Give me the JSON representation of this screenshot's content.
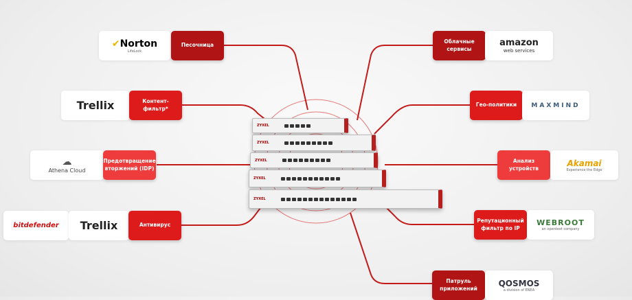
{
  "left": [
    {
      "label": "Песочница",
      "logos": [
        {
          "name": "Norton",
          "sub": "LifeLock"
        }
      ]
    },
    {
      "label": "Контент-фильтр*",
      "logos": [
        {
          "name": "Trellix"
        }
      ]
    },
    {
      "label": "Предотвращение вторжений (IDP)",
      "logos": [
        {
          "name": "Athena Cloud"
        }
      ]
    },
    {
      "label": "Антивирус",
      "logos": [
        {
          "name": "bitdefender"
        },
        {
          "name": "Trellix"
        }
      ]
    }
  ],
  "right": [
    {
      "label": "Облачные сервисы",
      "logos": [
        {
          "name": "amazon",
          "sub": "web services"
        }
      ]
    },
    {
      "label": "Гео-политики",
      "logos": [
        {
          "name": "MAXMIND"
        }
      ]
    },
    {
      "label": "Анализ устройств",
      "logos": [
        {
          "name": "Akamai",
          "sub": "Experience the Edge"
        }
      ]
    },
    {
      "label": "Репутационный фильтр по IP",
      "logos": [
        {
          "name": "WEBROOT",
          "sub": "an opentext company"
        }
      ]
    },
    {
      "label": "Патруль приложений",
      "logos": [
        {
          "name": "QOSMOS",
          "sub": "a division of ENEA"
        }
      ]
    }
  ],
  "device_brand": "ZYXEL",
  "colors": {
    "accent": "#dd1b1b",
    "dark": "#b01414",
    "light": "#ee3c3c"
  }
}
